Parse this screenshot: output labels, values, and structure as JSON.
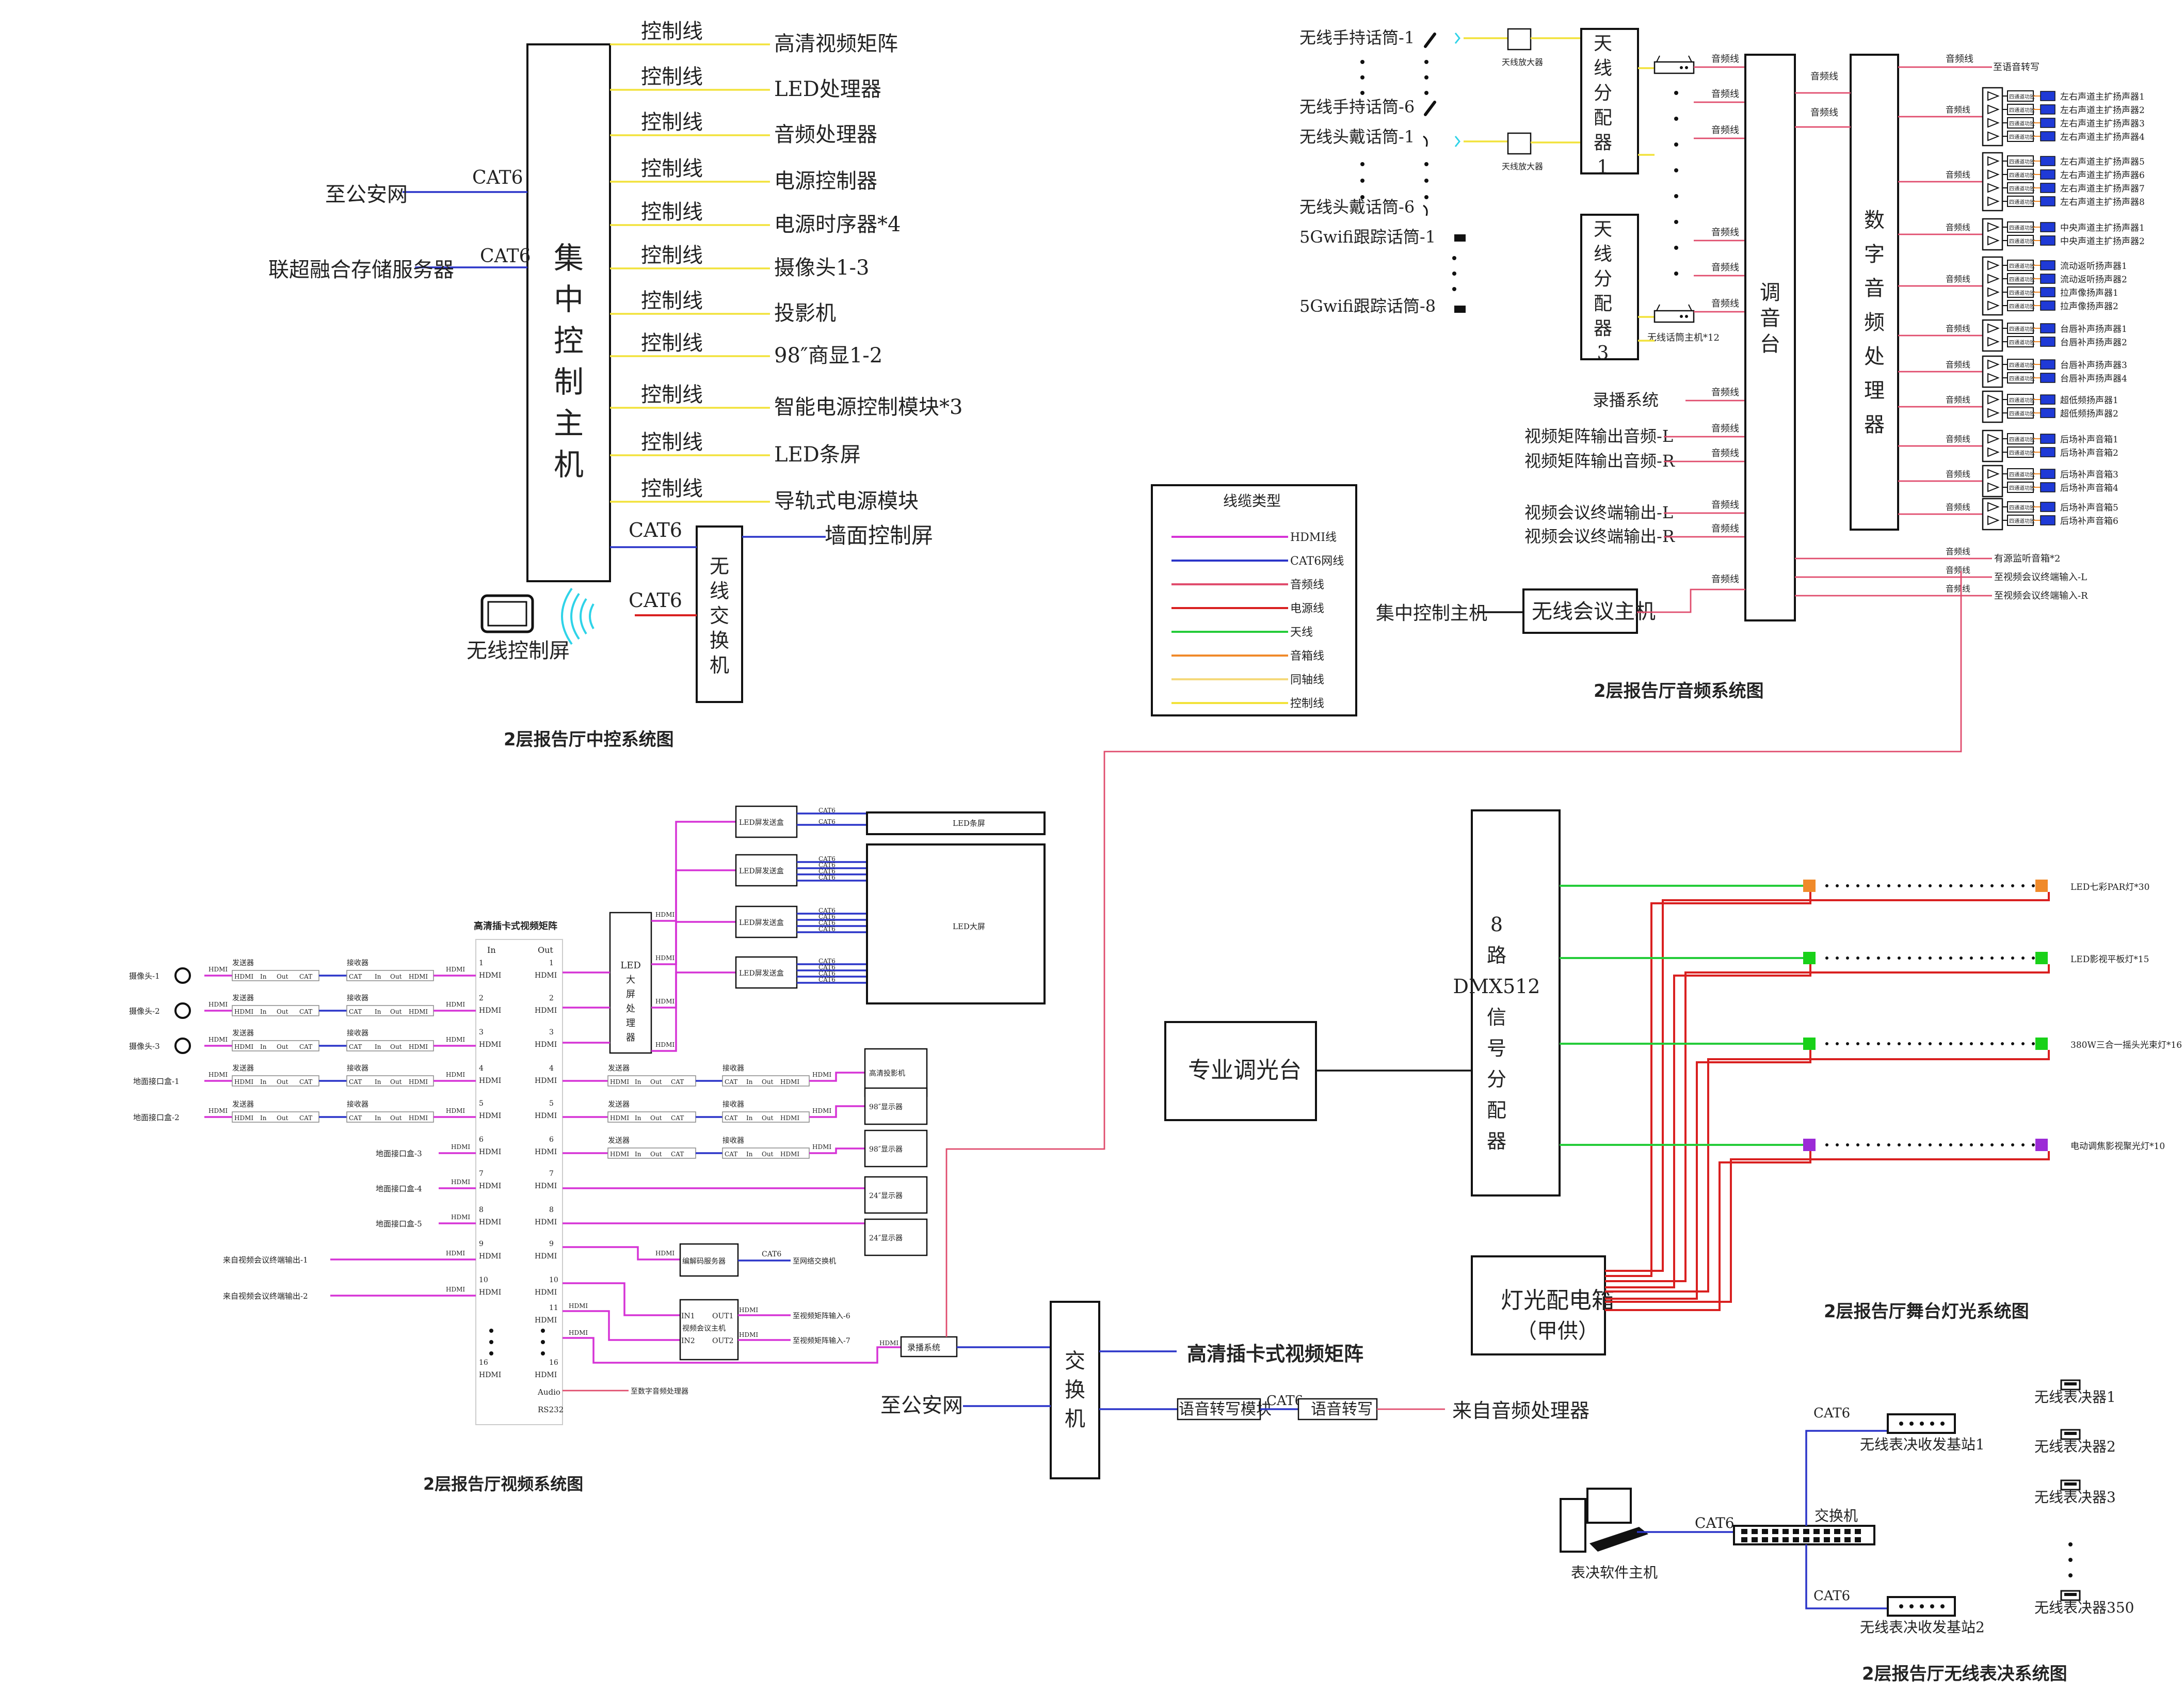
{
  "control": {
    "title": "2层报告厅中控系统图",
    "host_label": [
      "集",
      "中",
      "控",
      "制",
      "主",
      "机"
    ],
    "line_label": "控制线",
    "devices": [
      "高清视频矩阵",
      "LED处理器",
      "音频处理器",
      "电源控制器",
      "电源时序器*4",
      "摄像头1-3",
      "投影机",
      "98″商显1-2",
      "智能电源控制模块*3",
      "LED条屏",
      "导轨式电源模块"
    ],
    "inputs": [
      "至公安网",
      "联超融合存储服务器"
    ],
    "cat6": "CAT6",
    "wall_panel": "墙面控制屏",
    "switch_label": [
      "无",
      "线",
      "交",
      "换",
      "机"
    ],
    "tablet": "无线控制屏"
  },
  "legend": {
    "title": "线缆类型",
    "items": [
      {
        "label": "HDMI线",
        "color": "#d633d6"
      },
      {
        "label": "CAT6网线",
        "color": "#2b35c9"
      },
      {
        "label": "音频线",
        "color": "#e04c6d"
      },
      {
        "label": "电源线",
        "color": "#d92020"
      },
      {
        "label": "天线",
        "color": "#25cc3a"
      },
      {
        "label": "音箱线",
        "color": "#f08a2a"
      },
      {
        "label": "同轴线",
        "color": "#f5d97a"
      },
      {
        "label": "控制线",
        "color": "#f2e23a"
      }
    ]
  },
  "audio": {
    "title": "2层报告厅音频系统图",
    "mics": [
      "无线手持话筒-1",
      "无线手持话筒-6",
      "无线头戴话筒-1",
      "无线头戴话筒-6",
      "5Gwifi跟踪话筒-1",
      "5Gwifi跟踪话筒-8"
    ],
    "amp": "天线放大器",
    "splitter1": [
      "天",
      "线",
      "分",
      "配",
      "器",
      "1"
    ],
    "splitter3": [
      "天",
      "线",
      "分",
      "配",
      "器",
      "3"
    ],
    "receiver": "无线话筒主机*12",
    "mixer": [
      "调",
      "音",
      "台"
    ],
    "dsp": [
      "数",
      "字",
      "音",
      "频",
      "处",
      "理",
      "器"
    ],
    "audio_line": "音频线",
    "sources": [
      "录播系统",
      "视频矩阵输出音频-L",
      "视频矩阵输出音频-R",
      "视频会议终端输出-L",
      "视频会议终端输出-R"
    ],
    "conf_host": "无线会议主机",
    "ctl_host": "集中控制主机",
    "to_translation": "至语音转写",
    "amp_box": "四通道功放",
    "speakers": [
      [
        "左右声道主扩扬声器1",
        "左右声道主扩扬声器2",
        "左右声道主扩扬声器3",
        "左右声道主扩扬声器4"
      ],
      [
        "左右声道主扩扬声器5",
        "左右声道主扩扬声器6",
        "左右声道主扩扬声器7",
        "左右声道主扩扬声器8"
      ],
      [
        "中央声道主扩扬声器1",
        "中央声道主扩扬声器2"
      ],
      [
        "流动返听扬声器1",
        "流动返听扬声器2",
        "拉声像扬声器1",
        "拉声像扬声器2"
      ],
      [
        "台唇补声扬声器1",
        "台唇补声扬声器2"
      ],
      [
        "台唇补声扬声器3",
        "台唇补声扬声器4"
      ],
      [
        "超低频扬声器1",
        "超低频扬声器2"
      ],
      [
        "后场补声音箱1",
        "后场补声音箱2"
      ],
      [
        "后场补声音箱3",
        "后场补声音箱4"
      ],
      [
        "后场补声音箱5",
        "后场补声音箱6"
      ]
    ],
    "bottom_outs": [
      "有源监听音箱*2",
      "至视频会议终端输入-L",
      "至视频会议终端输入-R"
    ]
  },
  "video": {
    "title": "2层报告厅视频系统图",
    "matrix_title": "高清插卡式视频矩阵",
    "in_label": "In",
    "out_label": "Out",
    "hdmi": "HDMI",
    "cat": "CAT",
    "sender": "发送器",
    "receiver": "接收器",
    "port_in": "In",
    "port_out": "Out",
    "sources": [
      "摄像头-1",
      "摄像头-2",
      "摄像头-3",
      "地面接口盒-1",
      "地面接口盒-2",
      "地面接口盒-3",
      "地面接口盒-4",
      "地面接口盒-5",
      "来自视频会议终端输出-1",
      "来自视频会议终端输出-2"
    ],
    "in_ports": [
      "1",
      "2",
      "3",
      "4",
      "5",
      "6",
      "7",
      "8",
      "9",
      "10",
      "16"
    ],
    "out_ports": [
      "1",
      "2",
      "3",
      "4",
      "5",
      "6",
      "7",
      "8",
      "9",
      "10",
      "11",
      "16"
    ],
    "audio_port": "Audio",
    "rs232": "RS232",
    "to_dsp": "至数字音频处理器",
    "led_proc": [
      "LED",
      "大",
      "屏",
      "处",
      "理",
      "器"
    ],
    "led_sender": "LED屏发送盒",
    "cat6": "CAT6",
    "led_bar": "LED条屏",
    "led_screen": "LED大屏",
    "projector": "高清投影机",
    "disp98": "98″显示器",
    "disp24": "24″显示器",
    "encoder": "编解码服务器",
    "to_network_switch": "至网络交换机",
    "conf_host": "视频会议主机",
    "in1": "IN1",
    "in2": "IN2",
    "out1": "OUT1",
    "out2": "OUT2",
    "to_matrix6": "至视频矩阵输入-6",
    "to_matrix7": "至视频矩阵输入-7",
    "recorder": "录播系统",
    "switch": [
      "交",
      "换",
      "机"
    ],
    "to_hd_matrix": "高清插卡式视频矩阵",
    "to_police": "至公安网",
    "transcribe_mod": "语音转写模块",
    "transcribe": "语音转写",
    "from_audio": "来自音频处理器"
  },
  "lighting": {
    "title": "2层报告厅舞台灯光系统图",
    "console": "专业调光台",
    "splitter": [
      "8",
      "路",
      "DMX512",
      "信",
      "号",
      "分",
      "配",
      "器"
    ],
    "power_box": [
      "灯光配电箱",
      "（甲供）"
    ],
    "fixtures": [
      "LED七彩PAR灯*30",
      "LED影视平板灯*15",
      "380W三合一摇头光束灯*16",
      "电动调焦影视聚光灯*10"
    ],
    "fixture_colors": [
      "#f08a2a",
      "#19d119",
      "#19d119",
      "#9b2bd6"
    ]
  },
  "voting": {
    "title": "2层报告厅无线表决系统图",
    "pc": "表决软件主机",
    "switch": "交换机",
    "cat6": "CAT6",
    "base1": "无线表决收发基站1",
    "base2": "无线表决收发基站2",
    "voters": [
      "无线表决器1",
      "无线表决器2",
      "无线表决器3",
      "无线表决器350"
    ]
  }
}
